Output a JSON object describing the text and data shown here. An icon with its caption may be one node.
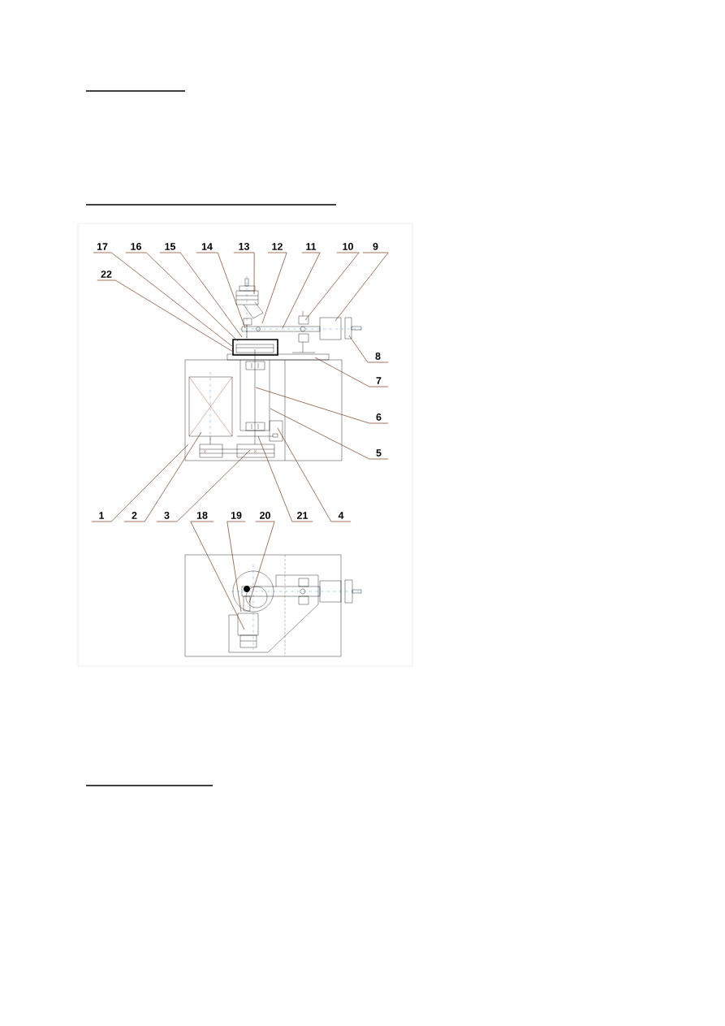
{
  "diagram": {
    "nodes": [
      {
        "text": [
          "17"
        ]
      },
      {
        "text": [
          "16"
        ]
      },
      {
        "text": [
          "15"
        ]
      },
      {
        "text": [
          "14"
        ]
      },
      {
        "text": [
          "13"
        ]
      },
      {
        "text": [
          "12"
        ]
      },
      {
        "text": [
          "11"
        ]
      },
      {
        "text": [
          "10"
        ]
      },
      {
        "text": [
          "9"
        ]
      },
      {
        "text": [
          "22"
        ]
      },
      {
        "text": [
          "8"
        ]
      },
      {
        "text": [
          "7"
        ]
      },
      {
        "text": [
          "6"
        ]
      },
      {
        "text": [
          "5"
        ]
      },
      {
        "text": [
          "1"
        ]
      },
      {
        "text": [
          "2"
        ]
      },
      {
        "text": [
          "3"
        ]
      },
      {
        "text": [
          "18"
        ]
      },
      {
        "text": [
          "19"
        ]
      },
      {
        "text": [
          "20"
        ]
      },
      {
        "text": [
          "21"
        ]
      },
      {
        "text": [
          "4"
        ]
      }
    ],
    "edges": [
      {
        "from": 0,
        "to": null,
        "arrow": "none"
      },
      {
        "from": 1,
        "to": null,
        "arrow": "none"
      },
      {
        "from": 2,
        "to": null,
        "arrow": "none"
      },
      {
        "from": 3,
        "to": null,
        "arrow": "none"
      },
      {
        "from": 4,
        "to": null,
        "arrow": "none"
      },
      {
        "from": 5,
        "to": null,
        "arrow": "none"
      },
      {
        "from": 6,
        "to": null,
        "arrow": "none"
      },
      {
        "from": 7,
        "to": null,
        "arrow": "none"
      },
      {
        "from": 8,
        "to": null,
        "arrow": "none"
      },
      {
        "from": 9,
        "to": null,
        "arrow": "none"
      },
      {
        "from": 10,
        "to": null,
        "arrow": "none"
      },
      {
        "from": 11,
        "to": null,
        "arrow": "none"
      },
      {
        "from": 12,
        "to": null,
        "arrow": "none"
      },
      {
        "from": 13,
        "to": null,
        "arrow": "none"
      },
      {
        "from": 14,
        "to": null,
        "arrow": "none"
      },
      {
        "from": 15,
        "to": null,
        "arrow": "none"
      },
      {
        "from": 16,
        "to": null,
        "arrow": "none"
      },
      {
        "from": 17,
        "to": null,
        "arrow": "none"
      },
      {
        "from": 18,
        "to": null,
        "arrow": "none"
      },
      {
        "from": 19,
        "to": null,
        "arrow": "none"
      },
      {
        "from": 20,
        "to": null,
        "arrow": "none"
      },
      {
        "from": 21,
        "to": null,
        "arrow": "none"
      }
    ]
  }
}
